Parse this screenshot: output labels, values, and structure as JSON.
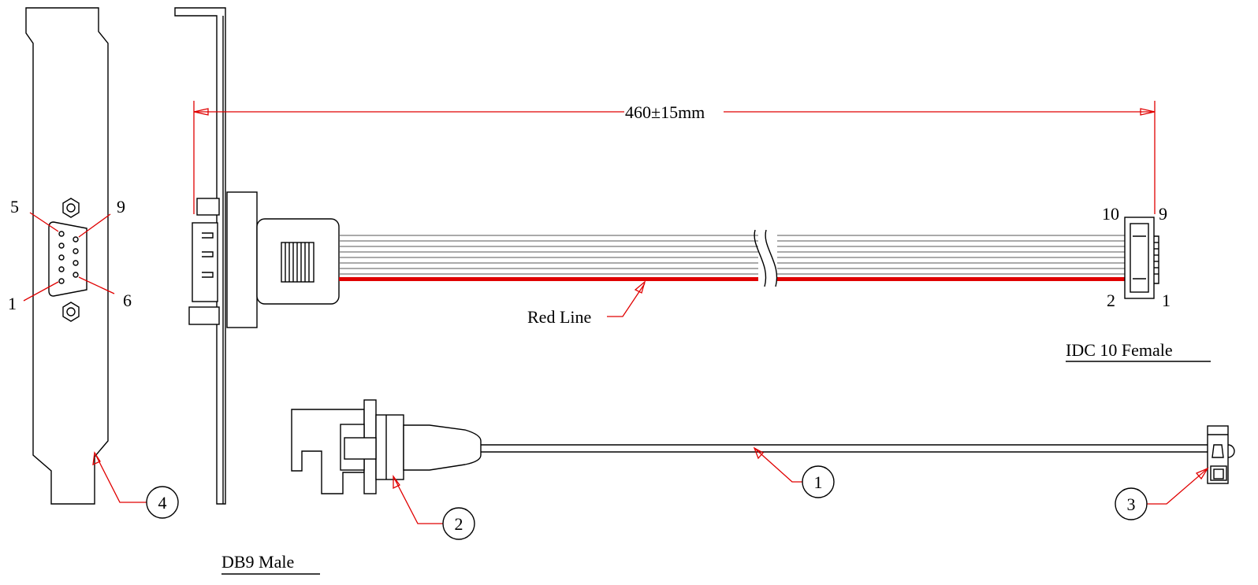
{
  "labels": {
    "dimension": "460±15mm",
    "red_line": "Red Line",
    "idc_connector": "IDC 10 Female",
    "db9_connector": "DB9 Male"
  },
  "db9_pins": {
    "p5": "5",
    "p9": "9",
    "p1": "1",
    "p6": "6"
  },
  "idc_pins": {
    "p10": "10",
    "p9": "9",
    "p2": "2",
    "p1": "1"
  },
  "callouts": {
    "c1": "1",
    "c2": "2",
    "c3": "3",
    "c4": "4"
  },
  "colors": {
    "annotation": "#e00000",
    "outline": "#000000",
    "red_wire": "#e00000",
    "wire": "#555555"
  }
}
